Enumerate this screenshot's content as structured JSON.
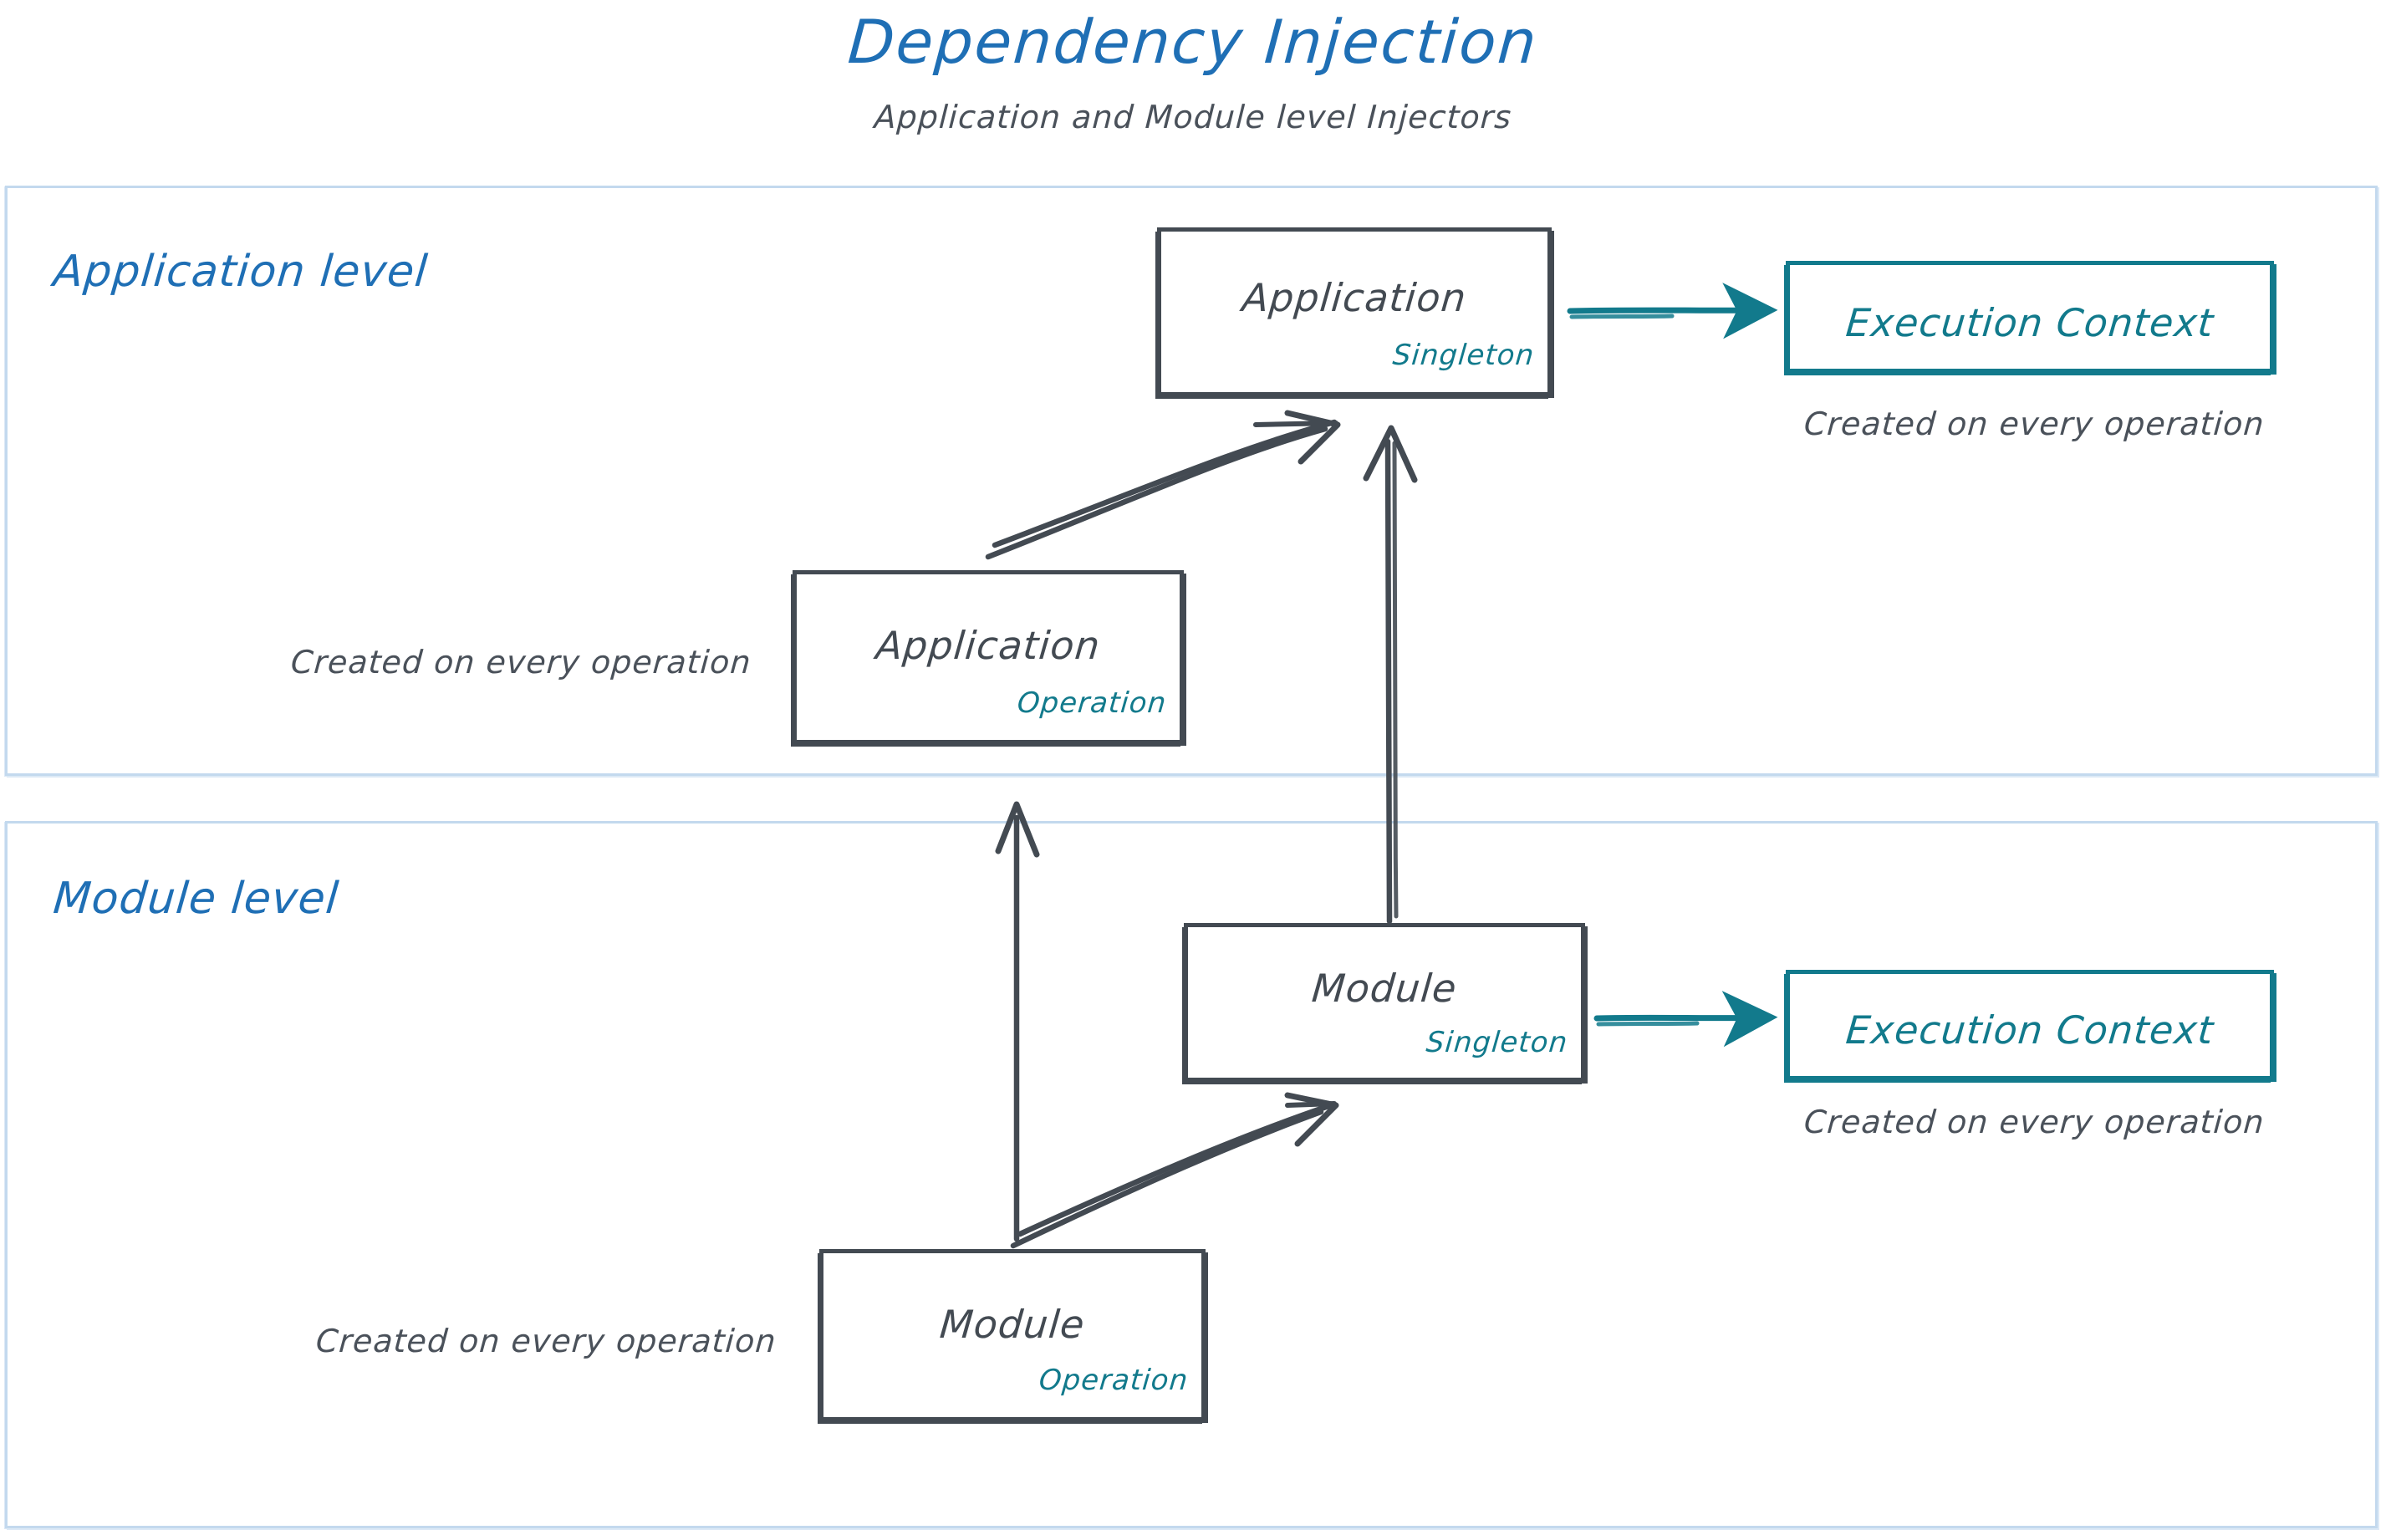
{
  "header": {
    "title": "Dependency Injection",
    "subtitle": "Application and Module level Injectors"
  },
  "colors": {
    "title_blue": "#1f6fb5",
    "level_label_blue": "#1f6fb5",
    "container_border": "#c3d9ee",
    "node_border_dark": "#434a52",
    "node_text_dark": "#434a52",
    "teal": "#127a8c",
    "note_text": "#4a515a",
    "background": "#ffffff"
  },
  "levels": [
    {
      "id": "application",
      "label": "Application level"
    },
    {
      "id": "module",
      "label": "Module level"
    }
  ],
  "nodes": {
    "app_singleton": {
      "label": "Application",
      "scope": "Singleton"
    },
    "app_operation": {
      "label": "Application",
      "scope": "Operation"
    },
    "mod_singleton": {
      "label": "Module",
      "scope": "Singleton"
    },
    "mod_operation": {
      "label": "Module",
      "scope": "Operation"
    },
    "ctx_app": {
      "label": "Execution Context"
    },
    "ctx_mod": {
      "label": "Execution Context"
    }
  },
  "notes": {
    "ctx_app": "Created on every operation",
    "ctx_mod": "Created on every operation",
    "app_operation": "Created on every operation",
    "mod_operation": "Created on every operation"
  },
  "edges": [
    {
      "id": "app-singleton-to-ctx",
      "from": "app_singleton",
      "to": "ctx_app",
      "style": "teal-arrow"
    },
    {
      "id": "app-operation-to-app-singleton",
      "from": "app_operation",
      "to": "app_singleton",
      "style": "dark-arrow"
    },
    {
      "id": "mod-singleton-to-app-singleton",
      "from": "mod_singleton",
      "to": "app_singleton",
      "style": "dark-arrow"
    },
    {
      "id": "mod-singleton-to-ctx",
      "from": "mod_singleton",
      "to": "ctx_mod",
      "style": "teal-arrow"
    },
    {
      "id": "mod-operation-to-mod-singleton",
      "from": "mod_operation",
      "to": "mod_singleton",
      "style": "dark-arrow"
    },
    {
      "id": "mod-operation-to-app-operation",
      "from": "mod_operation",
      "to": "app_operation",
      "style": "dark-arrow"
    }
  ]
}
